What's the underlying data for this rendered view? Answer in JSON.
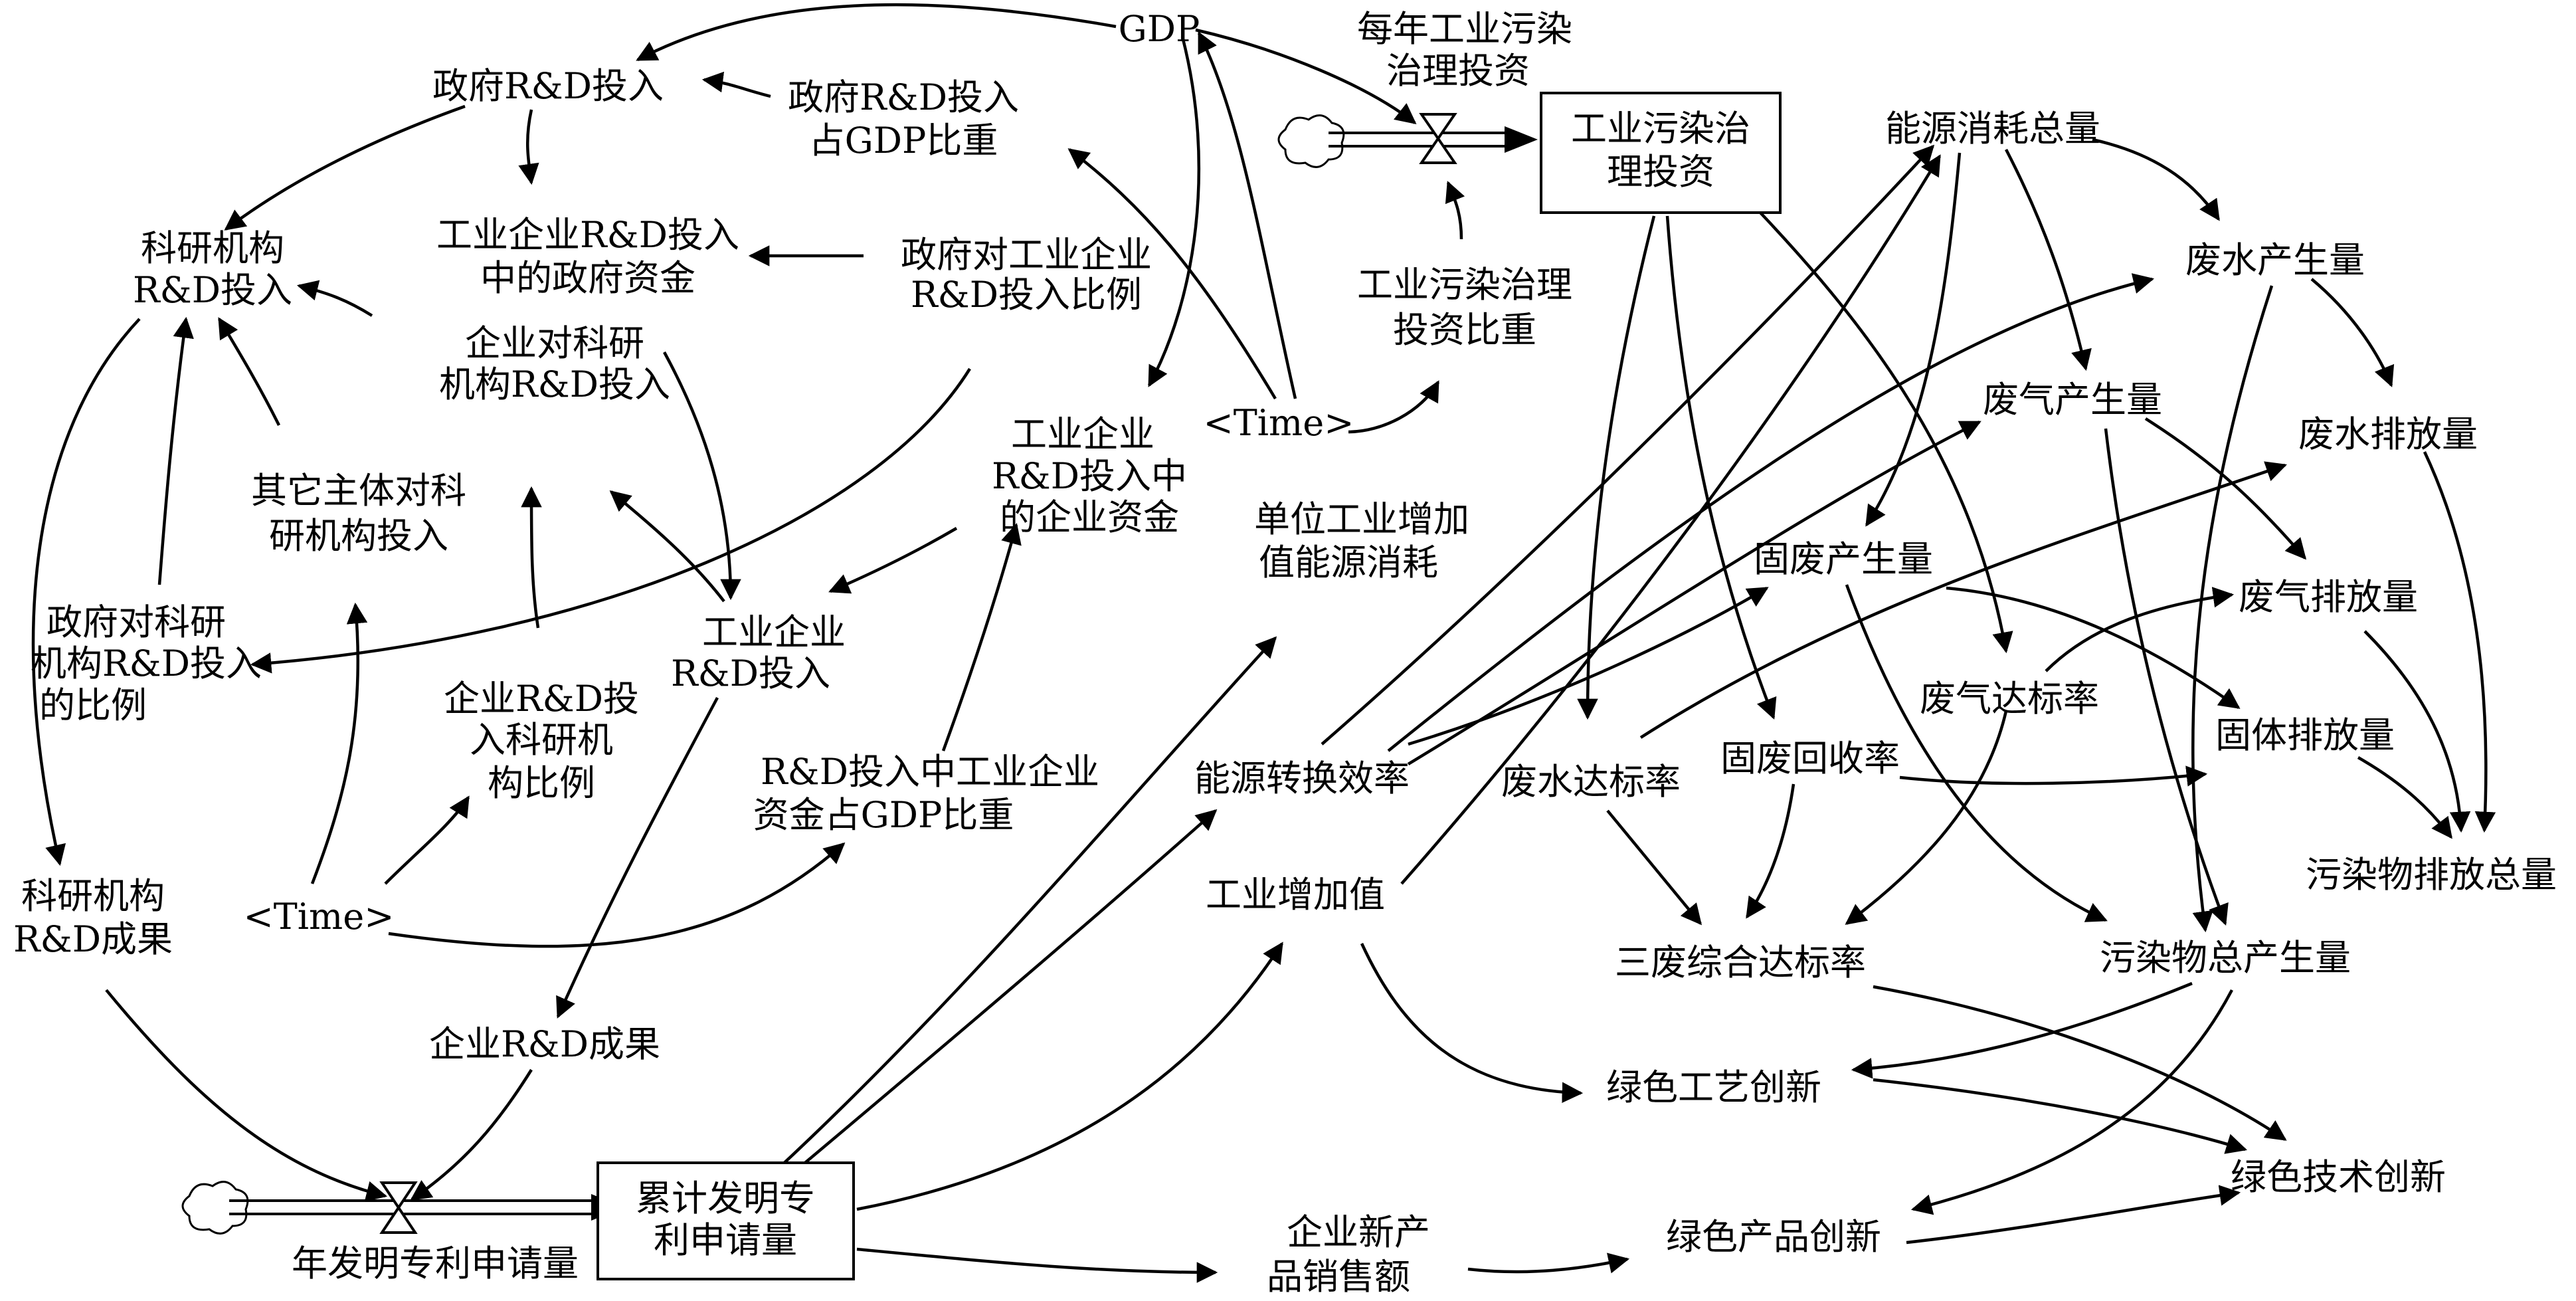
{
  "variables": {
    "gdp": "GDP",
    "gov_rd": "政府R&D投入",
    "gov_rd_gdp_ratio": [
      "政府R&D投入",
      "占GDP比重"
    ],
    "inst_rd": [
      "科研机构",
      "R&D投入"
    ],
    "ent_rd_gov_fund": [
      "工业企业R&D投入",
      "中的政府资金"
    ],
    "gov_ent_rd_ratio": [
      "政府对工业企业",
      "R&D投入比例"
    ],
    "ent_to_inst_rd": [
      "企业对科研",
      "机构R&D投入"
    ],
    "other_to_inst": [
      "其它主体对科",
      "研机构投入"
    ],
    "gov_to_inst_ratio": [
      "政府对科研",
      "机构R&D投入",
      "的比例"
    ],
    "ent_rd": [
      "工业企业",
      "R&D投入"
    ],
    "ent_rd_to_inst_ratio": [
      "企业R&D投",
      "入科研机",
      "构比例"
    ],
    "time_left": "<Time>",
    "inst_output": [
      "科研机构",
      "R&D成果"
    ],
    "ent_output": "企业R&D成果",
    "ent_rd_own_fund": [
      "工业企业",
      "R&D投入中",
      "的企业资金"
    ],
    "ent_fund_gdp_ratio": [
      "R&D投入中工业企业",
      "资金占GDP比重"
    ],
    "time_mid": "<Time>",
    "annual_pollution_invest": [
      "每年工业污染",
      "治理投资"
    ],
    "pollution_invest_ratio": [
      "工业污染治理",
      "投资比重"
    ],
    "unit_energy": [
      "单位工业增加",
      "值能源消耗"
    ],
    "energy_eff": "能源转换效率",
    "ind_value_added": "工业增加值",
    "new_product_sales": [
      "企业新产",
      "品销售额"
    ],
    "energy_total": "能源消耗总量",
    "wastewater_gen": "废水产生量",
    "wastegas_gen": "废气产生量",
    "wastewater_emit": "废水排放量",
    "solidwaste_gen": "固废产生量",
    "wastegas_emit": "废气排放量",
    "wastegas_rate": "废气达标率",
    "solid_emit": "固体排放量",
    "wastewater_rate": "废水达标率",
    "solid_recycle": "固废回收率",
    "pollutant_emit_total": "污染物排放总量",
    "three_waste_rate": "三废综合达标率",
    "pollutant_gen_total": "污染物总产生量",
    "green_process": "绿色工艺创新",
    "green_tech": "绿色技术创新",
    "green_product": "绿色产品创新",
    "annual_patents": "年发明专利申请量"
  },
  "stocks": {
    "cum_patents": [
      "累计发明专",
      "利申请量"
    ],
    "pollution_invest": [
      "工业污染治",
      "理投资"
    ]
  }
}
